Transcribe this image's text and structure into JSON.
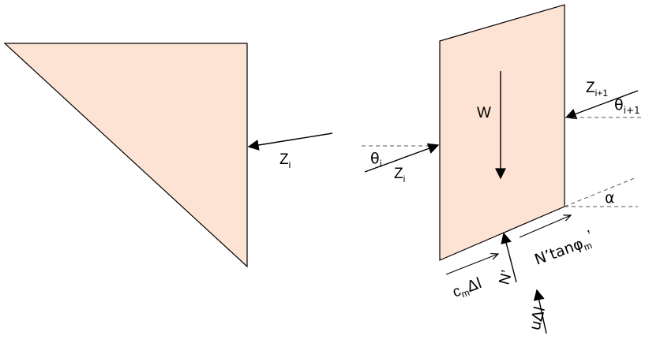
{
  "labels": {
    "weight": "W",
    "z_left_piece": "Z",
    "z_left_piece_sub": "i",
    "z_i": "Z",
    "z_i_sub": "i",
    "theta_i": "θ",
    "theta_i_sub": "i",
    "z_i1": "Z",
    "z_i1_sub": "i+1",
    "theta_i1": "θ",
    "theta_i1_sub": "i+1",
    "alpha": "α",
    "cohesion_c": "c",
    "cohesion_sub": "m",
    "cohesion_rest": "Δl",
    "friction_main": "N’tanφ",
    "friction_sub": "m",
    "friction_prime": "’",
    "normal": "N’",
    "pore": "uΔl"
  },
  "colors": {
    "fill": "#fde3d3",
    "stroke": "#000000",
    "dash": "#555555"
  }
}
